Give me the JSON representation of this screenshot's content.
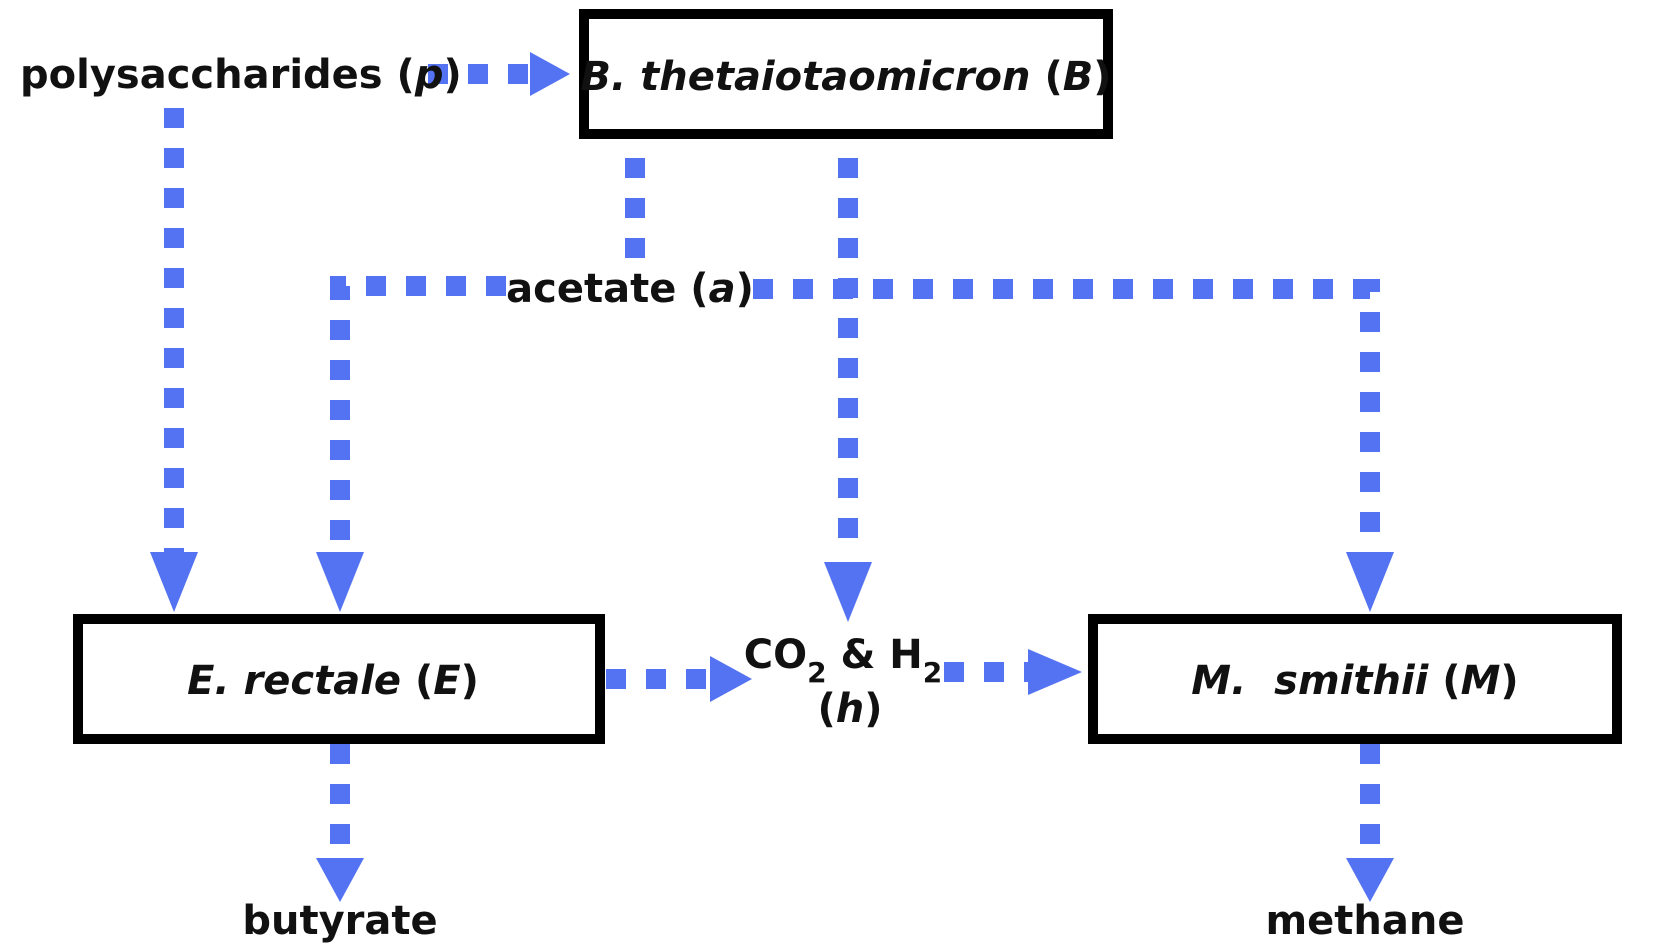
{
  "diagram": {
    "colors": {
      "arrow": "#5473f2",
      "box_border": "#000000",
      "text": "#111111"
    },
    "nodes": {
      "polysaccharides": {
        "name": "polysaccharides",
        "symbol": "p"
      },
      "bacteroides": {
        "name": "B. thetaiotaomicron",
        "symbol": "B"
      },
      "acetate": {
        "name": "acetate",
        "symbol": "a"
      },
      "eubacterium": {
        "name": "E. rectale",
        "symbol": "E"
      },
      "co2_h2": {
        "name_co": "CO",
        "sub_1": "2",
        "name_amp": " & H",
        "sub_2": "2",
        "symbol": "h"
      },
      "methanobrevibacter": {
        "name": "M.  smithii",
        "symbol": "M"
      },
      "butyrate": {
        "name": "butyrate"
      },
      "methane": {
        "name": "methane"
      }
    },
    "edges": [
      {
        "from": "polysaccharides",
        "to": "bacteroides"
      },
      {
        "from": "polysaccharides",
        "to": "eubacterium"
      },
      {
        "from": "bacteroides",
        "to": "acetate"
      },
      {
        "from": "acetate",
        "to": "eubacterium"
      },
      {
        "from": "acetate",
        "to": "methanobrevibacter"
      },
      {
        "from": "bacteroides",
        "to": "co2_h2"
      },
      {
        "from": "eubacterium",
        "to": "co2_h2"
      },
      {
        "from": "co2_h2",
        "to": "methanobrevibacter"
      },
      {
        "from": "eubacterium",
        "to": "butyrate"
      },
      {
        "from": "methanobrevibacter",
        "to": "methane"
      }
    ]
  }
}
